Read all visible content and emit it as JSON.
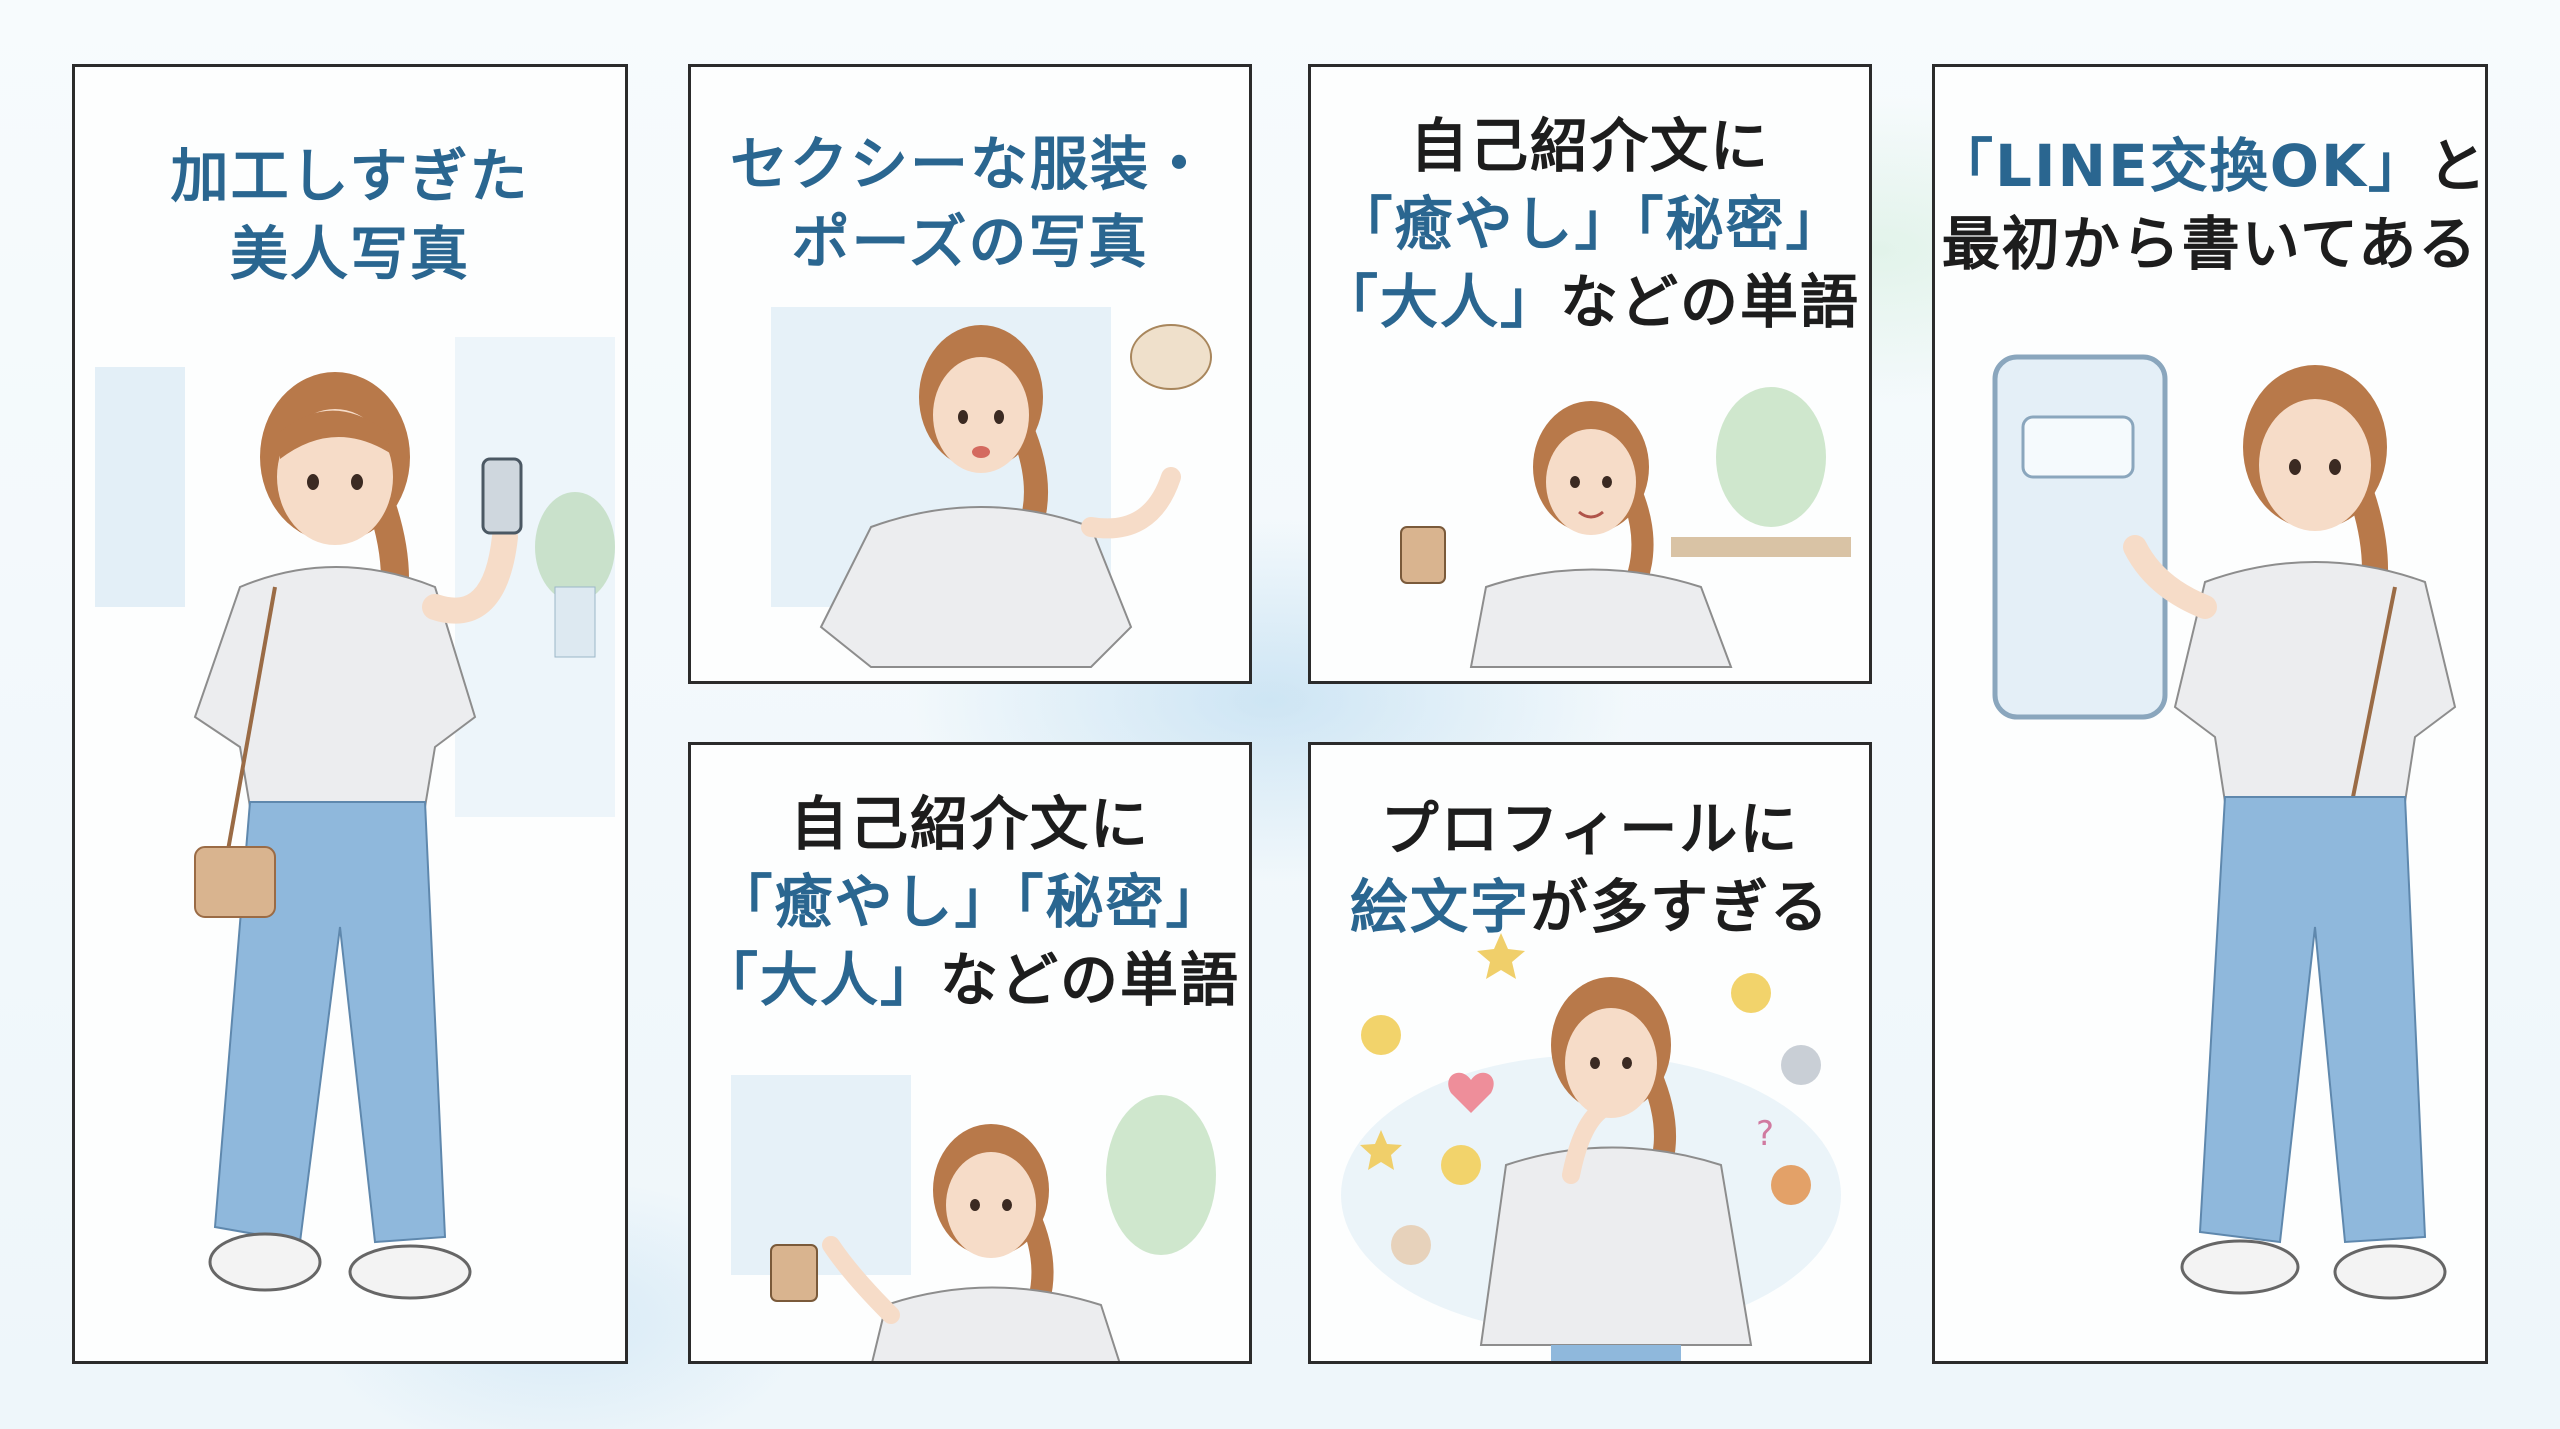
{
  "panels": [
    {
      "id": "p1",
      "lines": [
        {
          "text": "加工しすぎた",
          "highlight": true
        },
        {
          "text": "美人写真",
          "highlight": true
        }
      ]
    },
    {
      "id": "p2",
      "lines": [
        {
          "text": "セクシーな服装・",
          "highlight": true
        },
        {
          "text": "ポーズの写真",
          "highlight": true
        }
      ]
    },
    {
      "id": "p3",
      "lines": [
        {
          "text": "自己紹介文に",
          "highlight": false
        },
        {
          "parts": [
            {
              "text": "「癒やし」「秘密」",
              "highlight": true
            }
          ]
        },
        {
          "parts": [
            {
              "text": "「大人」",
              "highlight": true
            },
            {
              "text": "などの単語",
              "highlight": false
            }
          ]
        }
      ]
    },
    {
      "id": "p4",
      "lines": [
        {
          "parts": [
            {
              "text": "「LINE交換OK」",
              "highlight": true
            },
            {
              "text": "と",
              "highlight": false
            }
          ]
        },
        {
          "text": "最初から書いてある",
          "highlight": false
        }
      ]
    },
    {
      "id": "p5",
      "lines": [
        {
          "text": "自己紹介文に",
          "highlight": false
        },
        {
          "parts": [
            {
              "text": "「癒やし」「秘密」",
              "highlight": true
            }
          ]
        },
        {
          "parts": [
            {
              "text": "「大人」",
              "highlight": true
            },
            {
              "text": "などの単語",
              "highlight": false
            }
          ]
        }
      ]
    },
    {
      "id": "p6",
      "lines": [
        {
          "text": "プロフィールに",
          "highlight": false
        },
        {
          "parts": [
            {
              "text": "絵文字",
              "highlight": true
            },
            {
              "text": "が多すぎる",
              "highlight": false
            }
          ]
        }
      ]
    }
  ],
  "colors": {
    "highlight": "#2a6690",
    "text": "#1d1d1d",
    "border": "#2b2b2b",
    "hair": "#b8794a",
    "shirt": "#ecedef",
    "jeans": "#8fb8dc",
    "bag": "#d9b48f",
    "skin": "#f6dcc8"
  },
  "icons": [
    "smartphone-icon",
    "speech-bubble-icon",
    "coffee-cup-icon",
    "plant-icon",
    "star-icon",
    "heart-icon",
    "smiley-icon",
    "cat-icon",
    "dog-icon",
    "question-icon"
  ]
}
